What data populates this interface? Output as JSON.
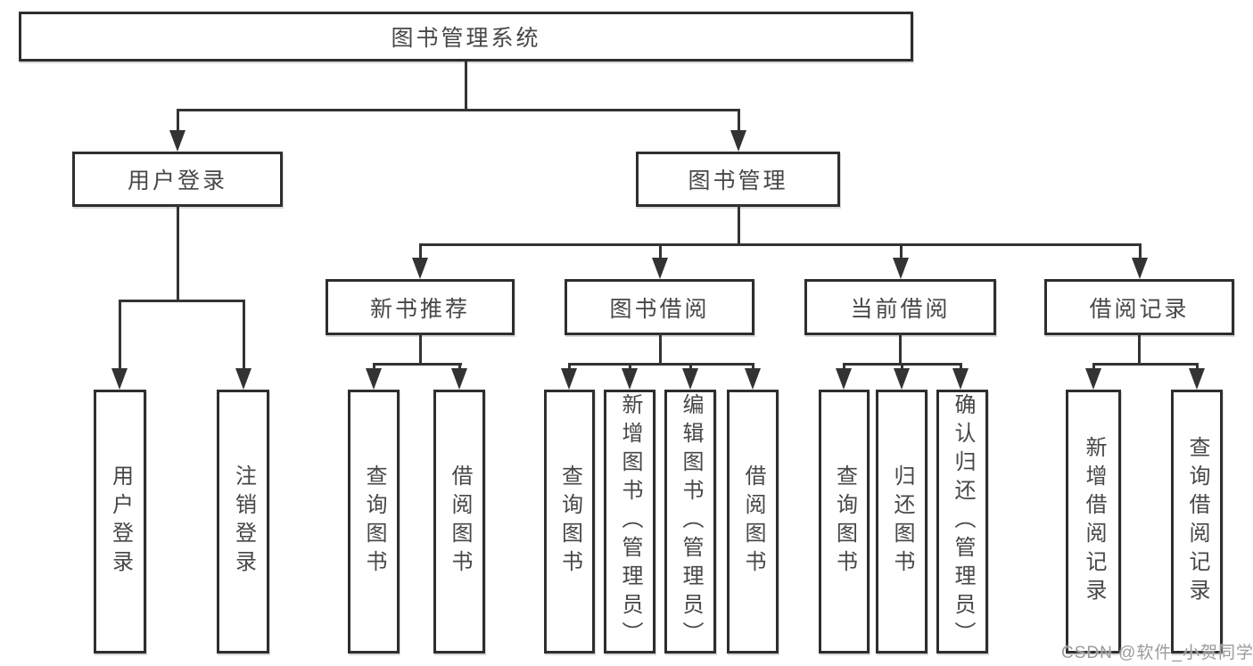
{
  "tree": {
    "root": "图书管理系统",
    "children": [
      {
        "label": "用户登录",
        "children": [
          {
            "label": "用户登录"
          },
          {
            "label": "注销登录"
          }
        ]
      },
      {
        "label": "图书管理",
        "children": [
          {
            "label": "新书推荐",
            "children": [
              {
                "label": "查询图书"
              },
              {
                "label": "借阅图书"
              }
            ]
          },
          {
            "label": "图书借阅",
            "children": [
              {
                "label": "查询图书"
              },
              {
                "label": "新增图书（管理员）"
              },
              {
                "label": "编辑图书（管理员）"
              },
              {
                "label": "借阅图书"
              }
            ]
          },
          {
            "label": "当前借阅",
            "children": [
              {
                "label": "查询图书"
              },
              {
                "label": "归还图书"
              },
              {
                "label": "确认归还（管理员）"
              }
            ]
          },
          {
            "label": "借阅记录",
            "children": [
              {
                "label": "新增借阅记录"
              },
              {
                "label": "查询借阅记录"
              }
            ]
          }
        ]
      }
    ]
  },
  "watermark": {
    "text": "CSDN @软件_小贺同学"
  },
  "colors": {
    "line": "#333333",
    "box_border": "#2e2e2e",
    "text": "#474747",
    "watermark": "#9b9b9b",
    "background": "#ffffff"
  }
}
